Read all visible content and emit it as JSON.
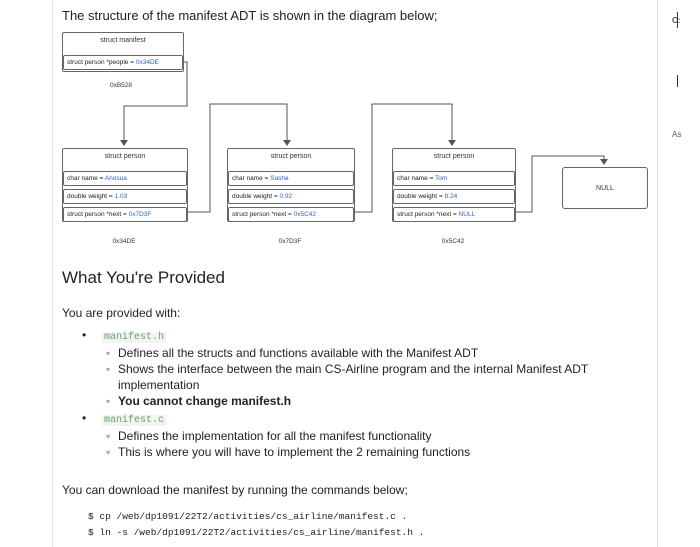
{
  "intro": "The structure of the manifest ADT is shown in the diagram below;",
  "diagram": {
    "manifest": {
      "title": "struct manifest",
      "field": "struct person *people = ",
      "field_val": "0x34DE",
      "addr": "0xB528"
    },
    "nodes": [
      {
        "title": "struct person",
        "name_label": "char name = ",
        "name": "Anosua",
        "weight_label": "double weight = ",
        "weight": "1.03",
        "next_label": "struct person *next = ",
        "next": "0x7D3F",
        "addr": "0x34DE"
      },
      {
        "title": "struct person",
        "name_label": "char name = ",
        "name": "Sasha",
        "weight_label": "double weight = ",
        "weight": "0.92",
        "next_label": "struct person *next = ",
        "next": "0x5C42",
        "addr": "0x7D3F"
      },
      {
        "title": "struct person",
        "name_label": "char name = ",
        "name": "Tom",
        "weight_label": "double weight = ",
        "weight": "8.24",
        "next_label": "struct person *next = ",
        "next": "NULL",
        "addr": "0x5C42"
      }
    ],
    "null_label": "NULL"
  },
  "section_title": "What You're Provided",
  "provided_intro": "You are provided with:",
  "files": [
    {
      "name": "manifest.h",
      "points": [
        {
          "text": "Defines all the structs and functions available with the Manifest ADT",
          "bold": false
        },
        {
          "text": "Shows the interface between the main CS-Airline program and the internal Manifest ADT implementation",
          "bold": false
        },
        {
          "text": "You cannot change manifest.h",
          "bold": true
        }
      ]
    },
    {
      "name": "manifest.c",
      "points": [
        {
          "text": "Defines the implementation for all the manifest functionality",
          "bold": false
        },
        {
          "text": "This is where you will have to implement the 2 remaining functions",
          "bold": false
        }
      ]
    }
  ],
  "download_text": "You can download the manifest by running the commands below;",
  "commands": [
    "$ cp /web/dp1091/22T2/activities/cs_airline/manifest.c .",
    "$ ln -s /web/dp1091/22T2/activities/cs_airline/manifest.h ."
  ],
  "right_edge": {
    "top": "C:",
    "mid": "As"
  }
}
